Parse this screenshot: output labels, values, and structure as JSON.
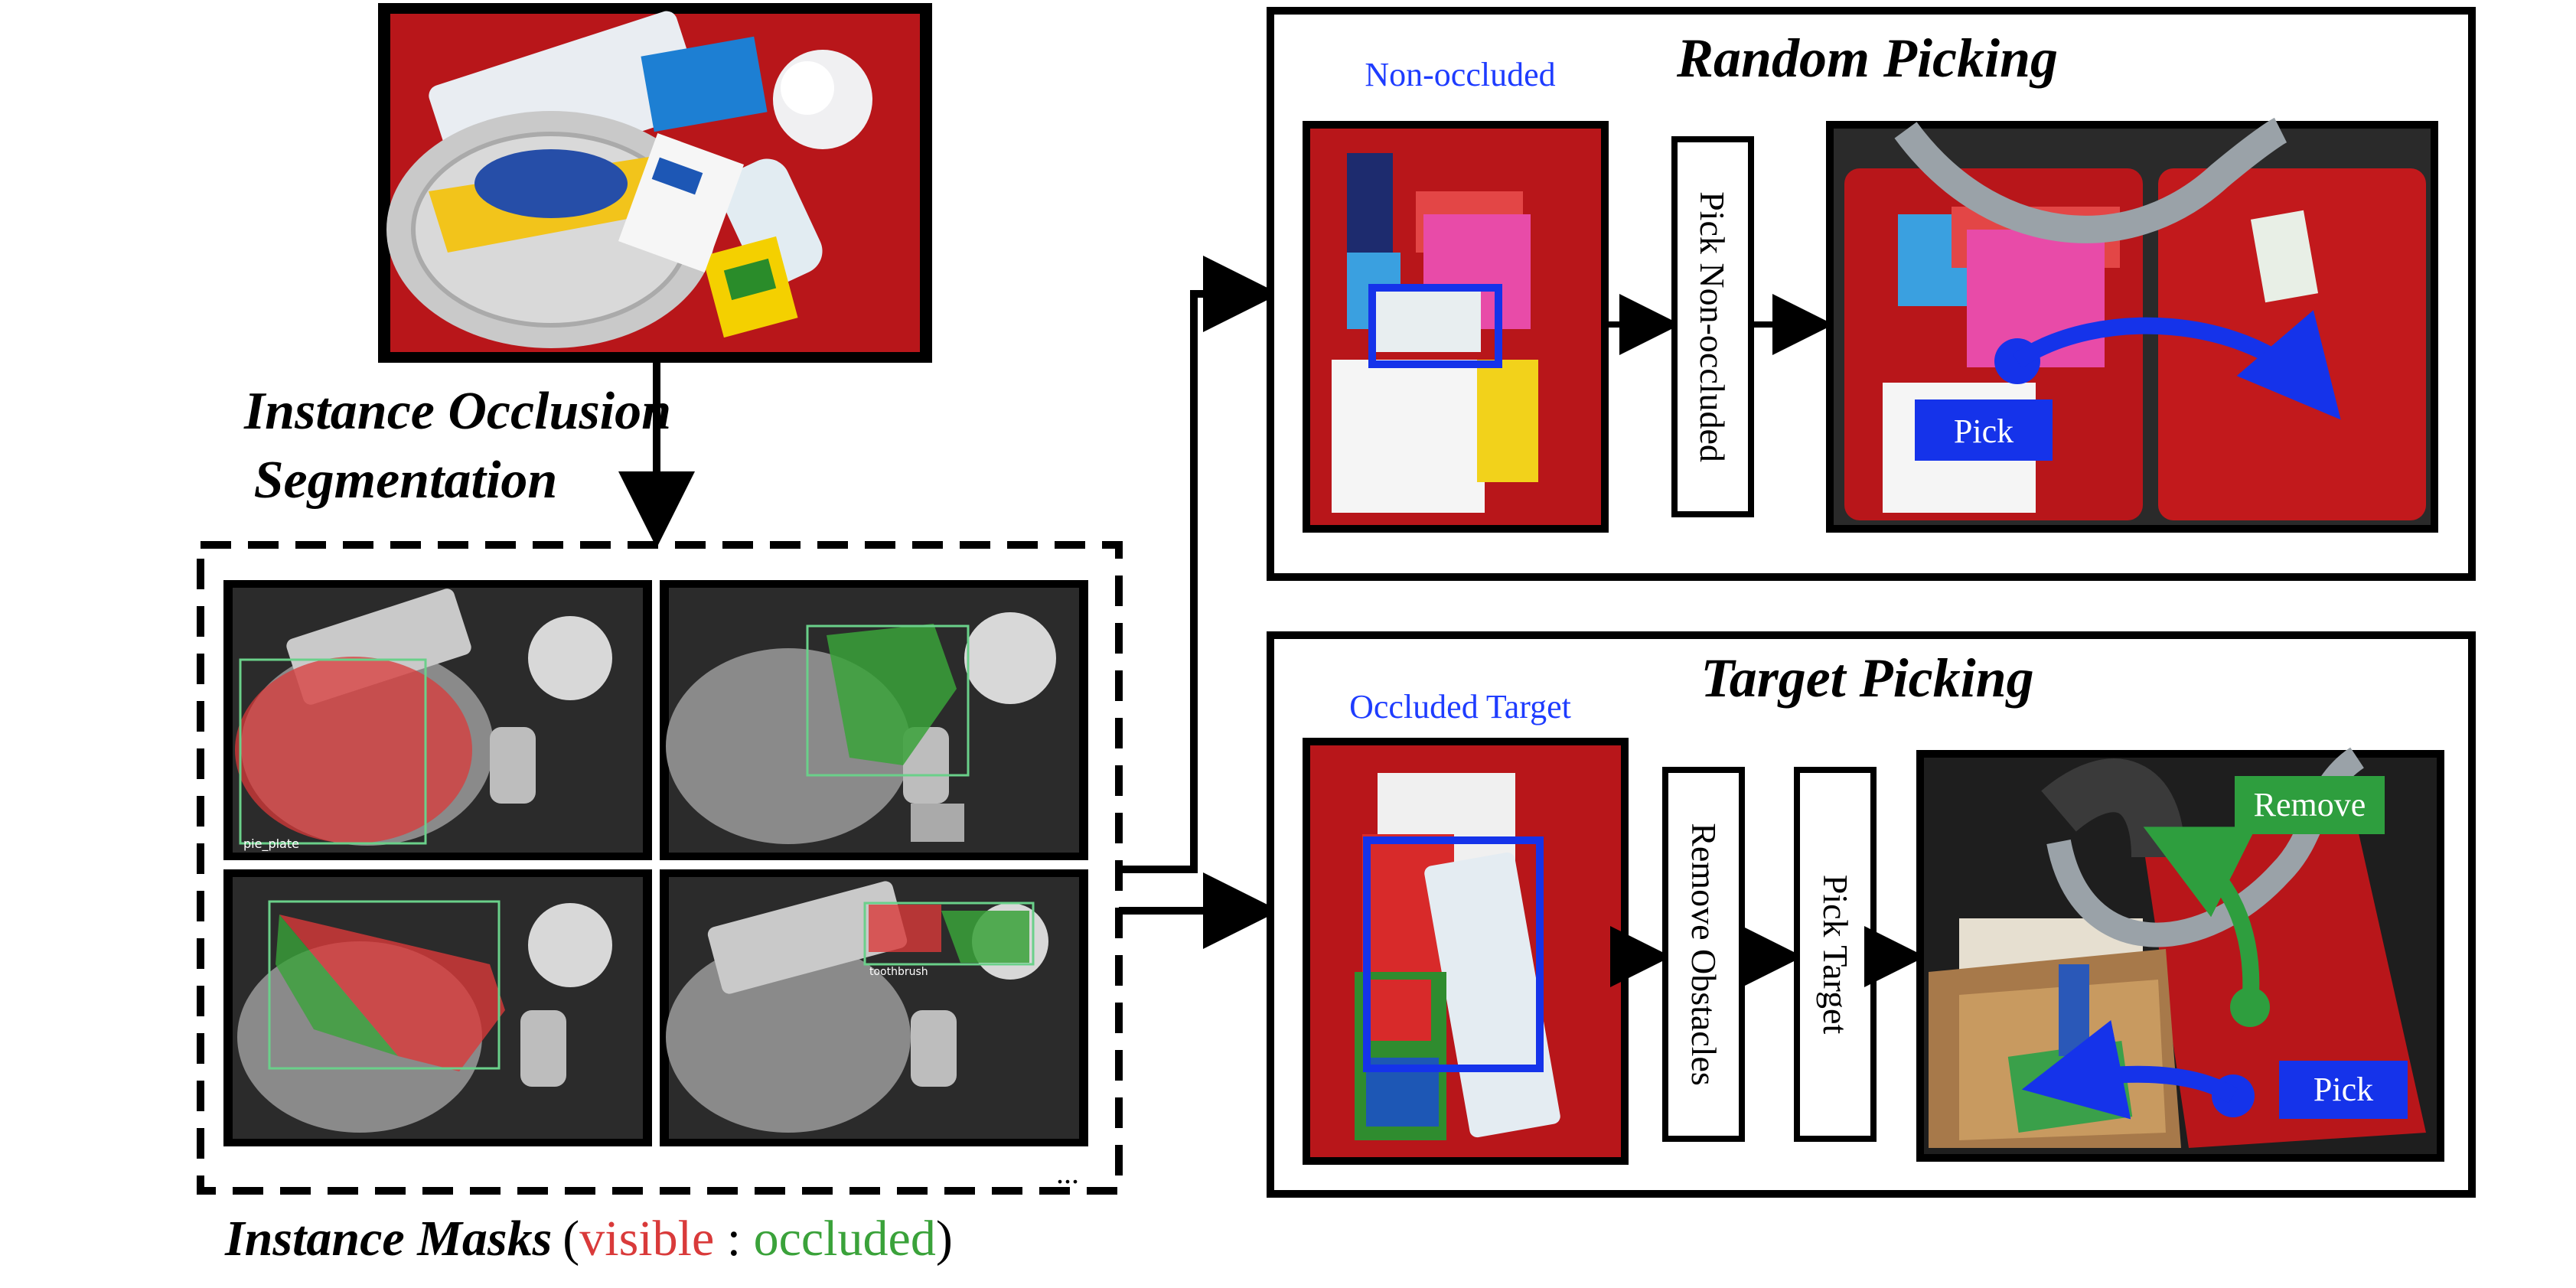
{
  "labels": {
    "instance_occlusion_line1": "Instance Occlusion",
    "instance_occlusion_line2": "Segmentation",
    "instance_masks_title": "Instance Masks",
    "paren_open": "(",
    "visible": "visible",
    "separator": " : ",
    "occluded": "occluded",
    "paren_close": ")",
    "ellipsis": "...",
    "random_picking_title": "Random Picking",
    "non_occluded_tag": "Non-occluded",
    "pick_non_occluded": "Pick Non-occluded",
    "pick_badge": "Pick",
    "target_picking_title": "Target Picking",
    "occluded_target_tag": "Occluded Target",
    "remove_obstacles": "Remove Obstacles",
    "pick_target": "Pick Target",
    "remove_badge": "Remove",
    "pick_badge_2": "Pick",
    "mask_label_pie_plate": "pie_plate",
    "mask_label_toothbrush": "toothbrush"
  },
  "colors": {
    "visible": "#d93a3a",
    "occluded": "#3aa23a",
    "blue_tag": "#1e3cff",
    "badge_blue": "#1533ea",
    "badge_green": "#2e9e3e",
    "bin_red": "#b8161a"
  }
}
